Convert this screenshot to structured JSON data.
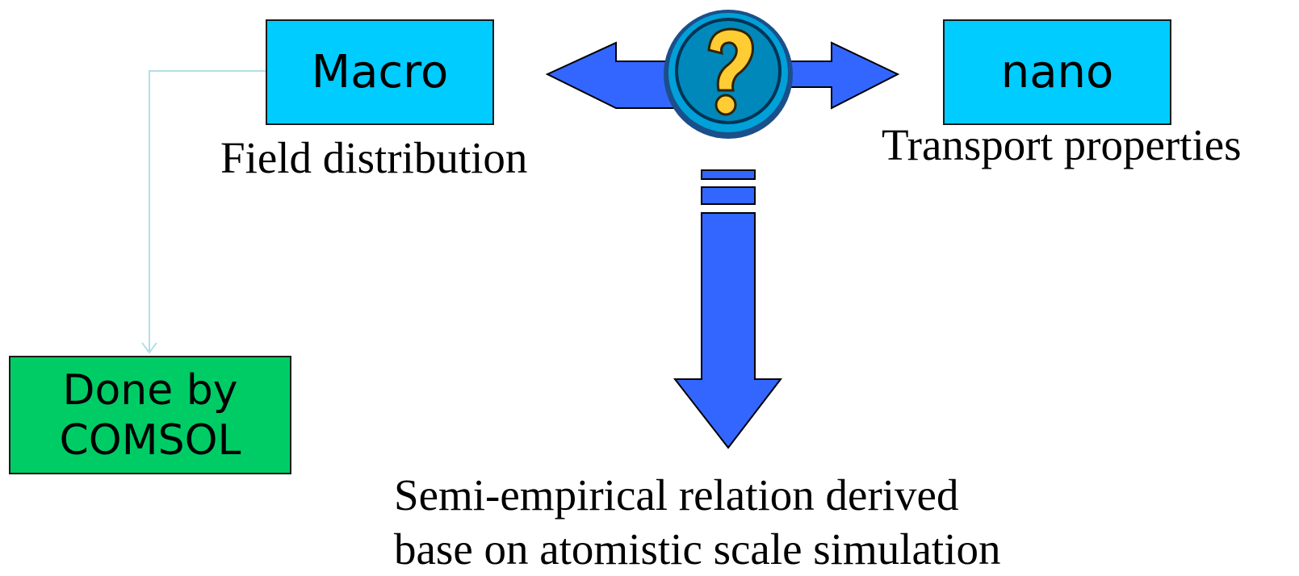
{
  "boxes": {
    "macro": {
      "label": "Macro",
      "color": "#00CCFF"
    },
    "nano": {
      "label": "nano",
      "color": "#00CCFF"
    },
    "done": {
      "line1": "Done by",
      "line2": "COMSOL",
      "color": "#00CC66"
    }
  },
  "labels": {
    "field": "Field distribution",
    "transport": "Transport properties",
    "semi_line1": "Semi-empirical relation derived",
    "semi_line2": "base on atomistic scale simulation"
  },
  "icons": {
    "center": "question-mark-icon"
  },
  "colors": {
    "arrow": "#3366FF",
    "connector": "#B0E0E6",
    "icon_ring": "#0088BB",
    "icon_mark": "#FFCC33"
  }
}
